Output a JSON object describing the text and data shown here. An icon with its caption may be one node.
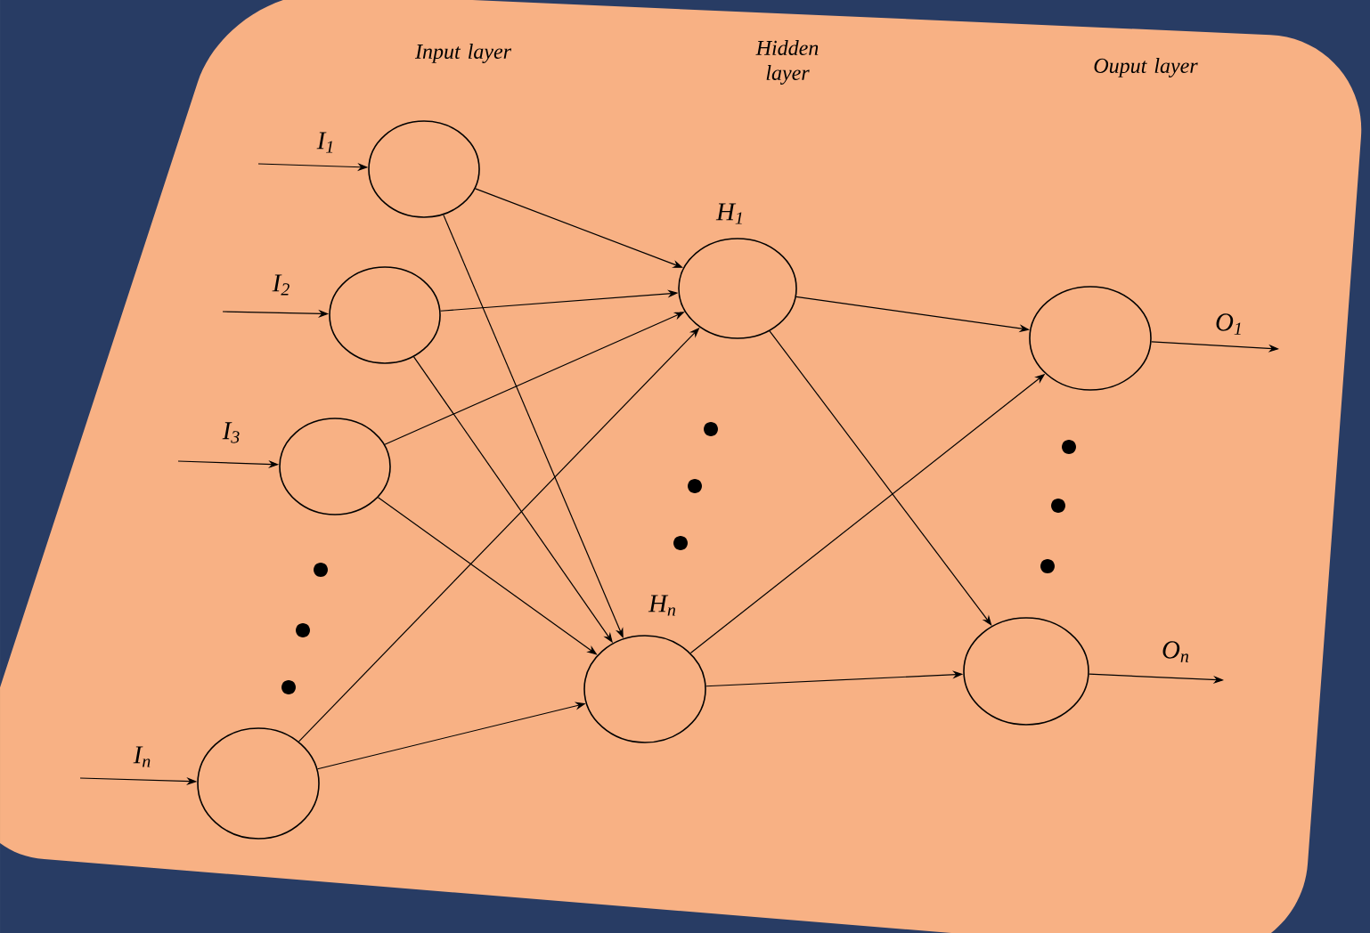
{
  "diagram": {
    "nodes": [
      {
        "text": [],
        "shape": "circle"
      },
      {
        "text": [],
        "shape": "circle"
      },
      {
        "text": [],
        "shape": "circle"
      },
      {
        "text": [],
        "shape": "circle"
      },
      {
        "text": [],
        "shape": "circle",
        "beside": [
          "*H*$_{1}$"
        ]
      },
      {
        "text": [],
        "shape": "circle",
        "beside": [
          "*H*$_{n}$"
        ]
      },
      {
        "text": [],
        "shape": "circle"
      },
      {
        "text": [],
        "shape": "circle"
      }
    ],
    "edges": [
      {
        "from": null,
        "to": 0,
        "arrow": "to",
        "label": "*I*$_{1}$"
      },
      {
        "from": null,
        "to": 1,
        "arrow": "to",
        "label": "*I*$_{2}$"
      },
      {
        "from": null,
        "to": 2,
        "arrow": "to",
        "label": "*I*$_{3}$"
      },
      {
        "from": null,
        "to": 3,
        "arrow": "to",
        "label": "*I*$_{n}$"
      },
      {
        "from": 0,
        "to": 4,
        "arrow": "to"
      },
      {
        "from": 0,
        "to": 5,
        "arrow": "to"
      },
      {
        "from": 1,
        "to": 4,
        "arrow": "to"
      },
      {
        "from": 1,
        "to": 5,
        "arrow": "to"
      },
      {
        "from": 2,
        "to": 4,
        "arrow": "to"
      },
      {
        "from": 2,
        "to": 5,
        "arrow": "to"
      },
      {
        "from": 3,
        "to": 4,
        "arrow": "to"
      },
      {
        "from": 3,
        "to": 5,
        "arrow": "to"
      },
      {
        "from": 4,
        "to": 6,
        "arrow": "to"
      },
      {
        "from": 4,
        "to": 7,
        "arrow": "to"
      },
      {
        "from": 5,
        "to": 6,
        "arrow": "to"
      },
      {
        "from": 5,
        "to": 7,
        "arrow": "to"
      },
      {
        "from": 6,
        "to": null,
        "arrow": "to",
        "label": "*O*$_{1}$"
      },
      {
        "from": 7,
        "to": null,
        "arrow": "to",
        "label": "*O*$_{n}$"
      }
    ],
    "labels": [
      "Input layer",
      "Hidden layer",
      "Ouput layer"
    ]
  }
}
